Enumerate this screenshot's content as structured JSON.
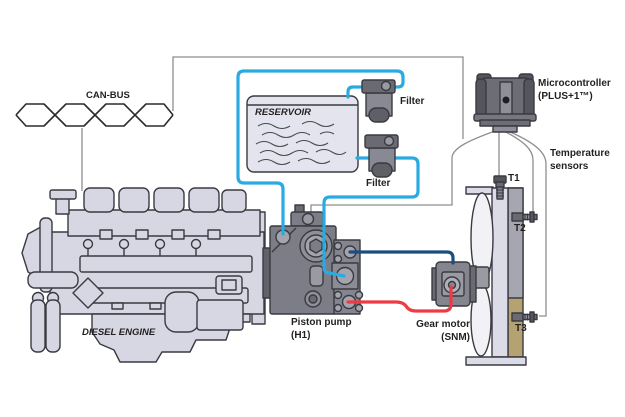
{
  "diagram": {
    "type": "system-schematic",
    "subject": "Hydraulic fan drive system for a diesel engine",
    "labels": {
      "can_bus": "CAN-BUS",
      "reservoir": "RESERVOIR",
      "filter_top": "Filter",
      "filter_bottom": "Filter",
      "microcontroller_line1": "Microcontroller",
      "microcontroller_line2": "(PLUS+1™)",
      "temperature_sensors_line1": "Temperature",
      "temperature_sensors_line2": "sensors",
      "sensor_t1": "T1",
      "sensor_t2": "T2",
      "sensor_t3": "T3",
      "diesel_engine": "DIESEL ENGINE",
      "piston_pump_line1": "Piston pump",
      "piston_pump_line2": "(H1)",
      "gear_motor_line1": "Gear motor",
      "gear_motor_line2": "(SNM)"
    },
    "colors": {
      "background": "#ffffff",
      "text": "#231f20",
      "outline": "#3a3a42",
      "wire": "#8f8f8f",
      "hydraulic_suction_line": "#29abe2",
      "hydraulic_pressure_line": "#1b4e80",
      "hydraulic_return_line": "#ee3a43",
      "engine_fill": "#d7d7e3",
      "component_gray": "#7d7d87",
      "component_dark": "#55555e",
      "component_light": "#a4a4ae",
      "radiator_shroud": "#dcdce8",
      "radiator_core_gray": "#a6a6b0",
      "radiator_core_tan": "#b5a271"
    }
  }
}
